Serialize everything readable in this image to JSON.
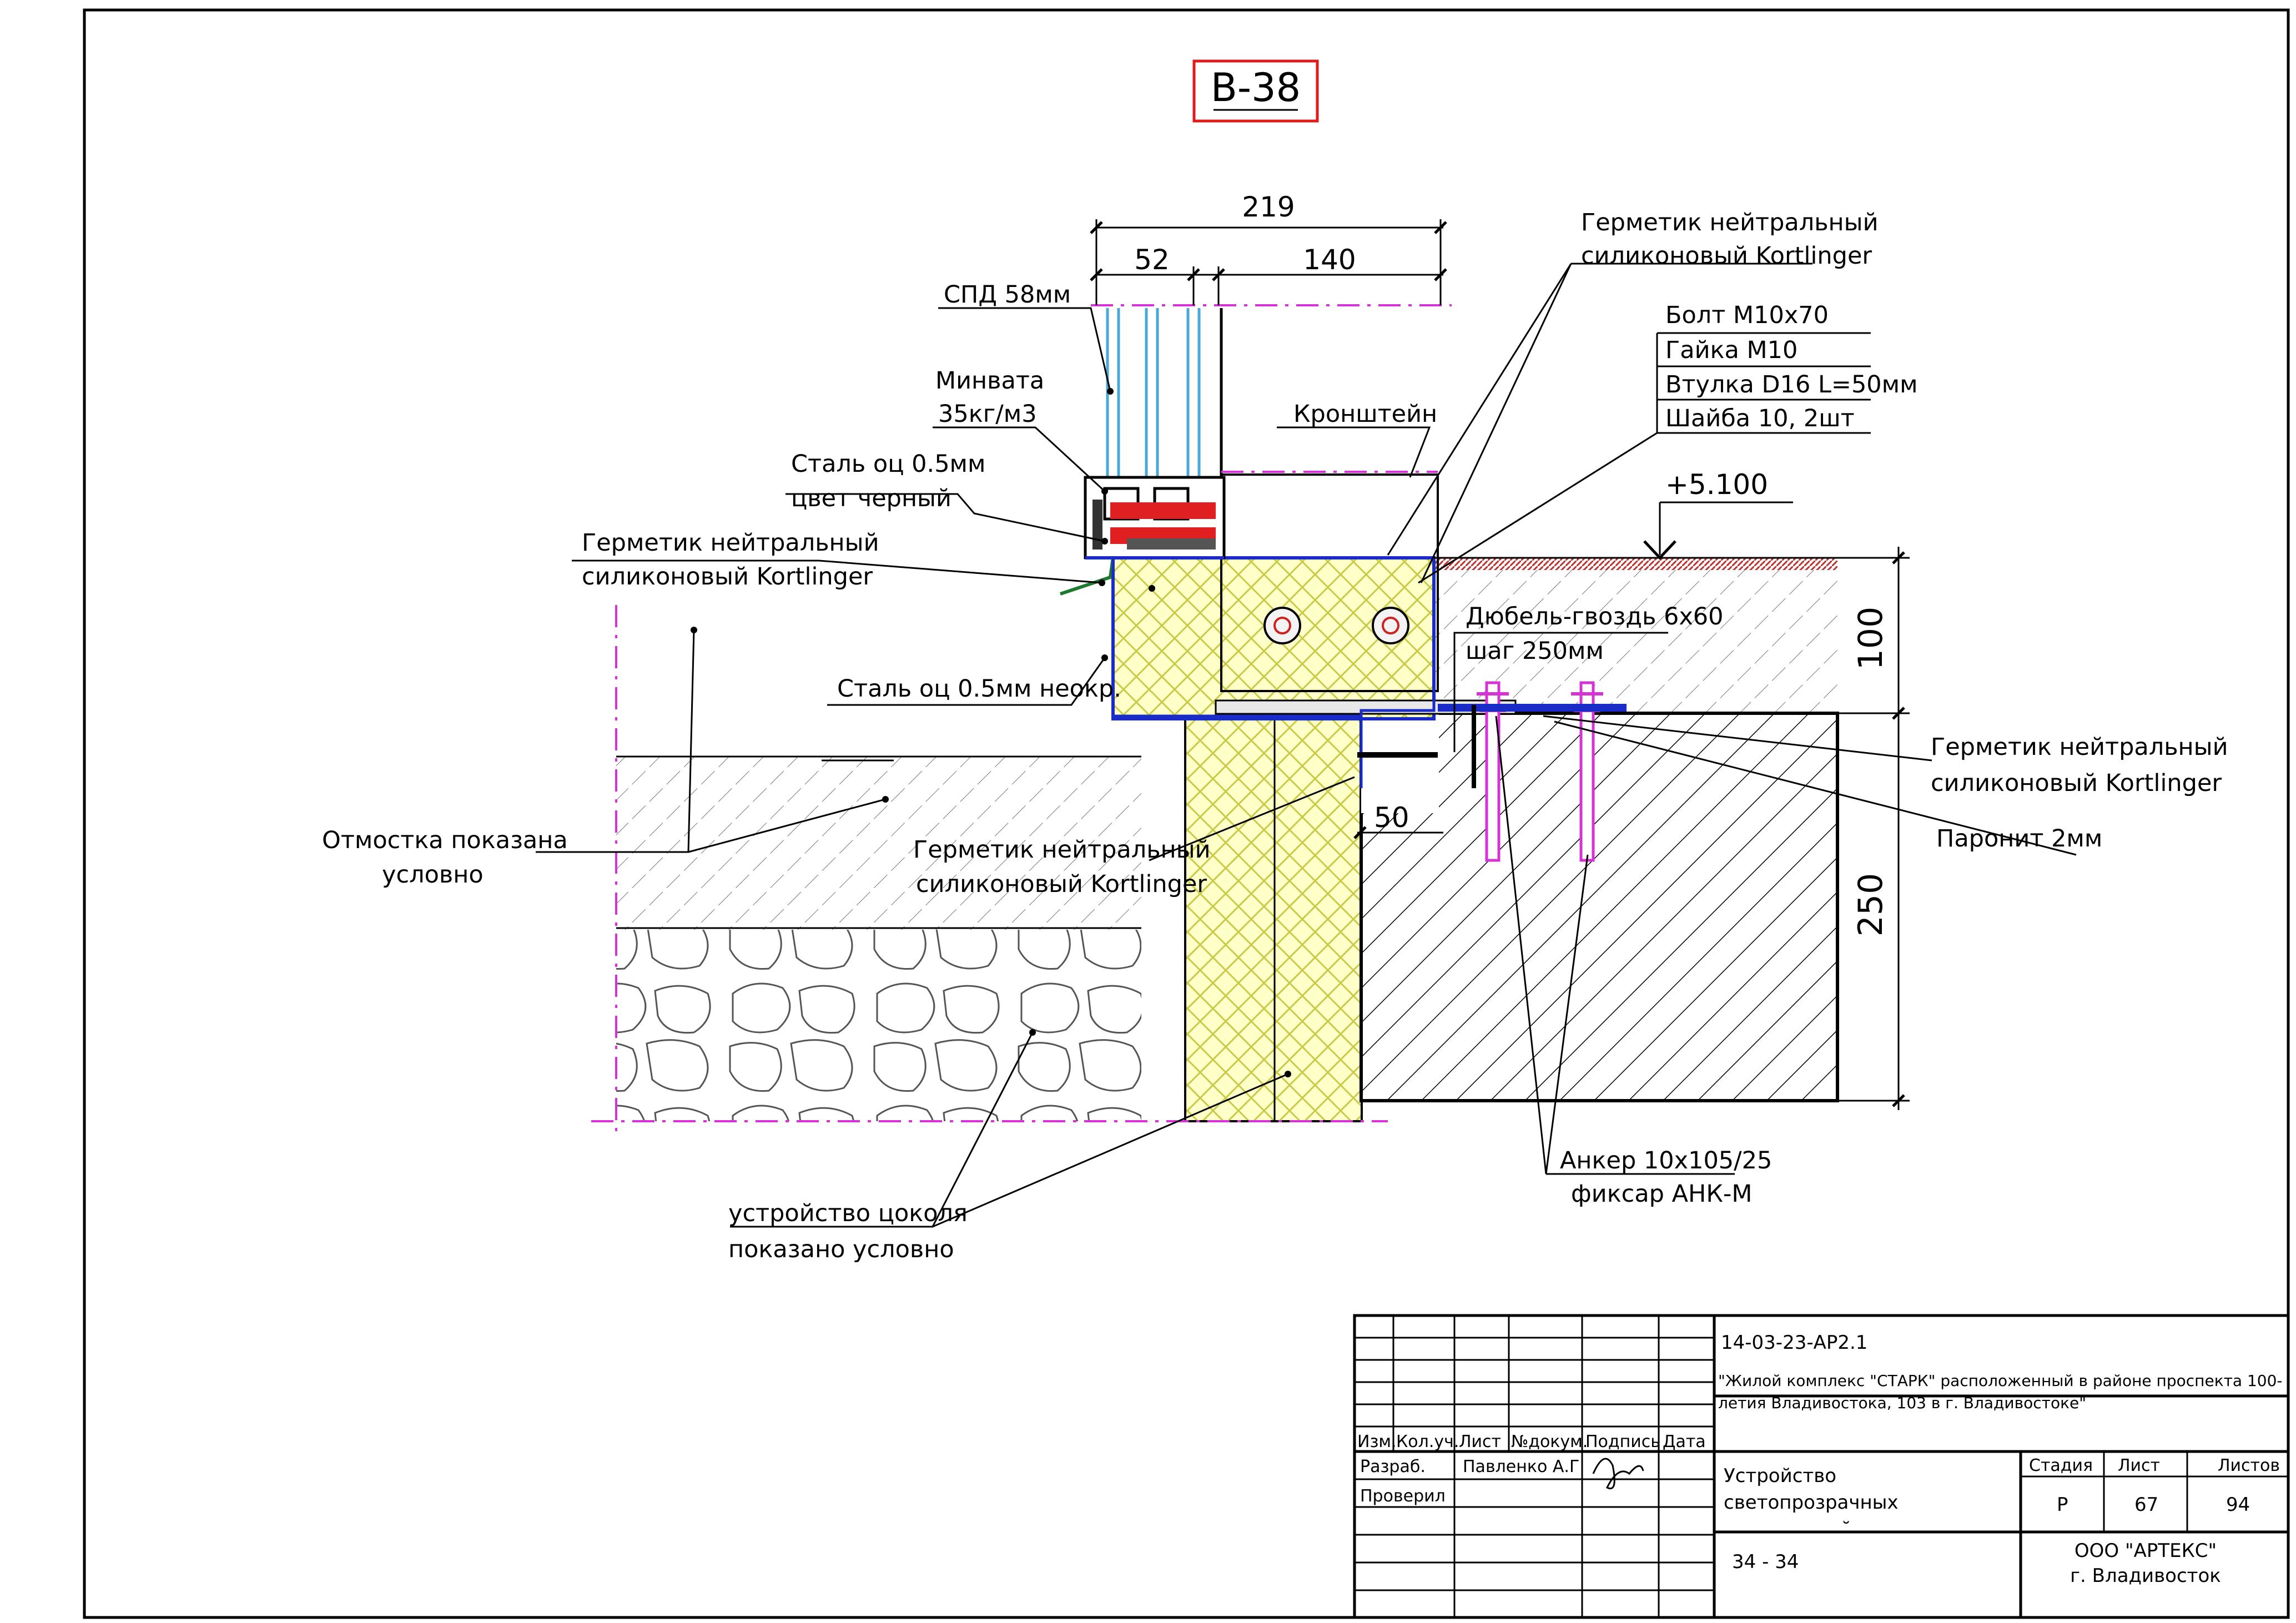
{
  "drawing": {
    "mark": "В-38",
    "dimensions": {
      "overall": "219",
      "left": "52",
      "right": "140",
      "slab": "100",
      "plinth": "250",
      "gap": "50",
      "elevation": "+5.100"
    },
    "callouts": {
      "spd": "СПД 58мм",
      "minvata_1": "Минвата",
      "minvata_2": "35кг/м3",
      "steel_black_1": "Сталь оц 0.5мм",
      "steel_black_2": "цвет черный",
      "sealant_left_1": "Герметик нейтральный",
      "sealant_left_2": "силиконовый Kortlinger",
      "steel_raw": "Сталь оц 0.5мм неокр.",
      "bracket": "Кронштейн",
      "sealant_top_1": "Герметик нейтральный",
      "sealant_top_2": "силиконовый Kortlinger",
      "bolt": "Болт М10х70",
      "nut": "Гайка М10",
      "sleeve": "Втулка D16 L=50мм",
      "washer": "Шайба 10, 2шт",
      "dowel_1": "Дюбель-гвоздь 6х60",
      "dowel_2": "шаг 250мм",
      "sealant_right_1": "Герметик нейтральный",
      "sealant_right_2": "силиконовый Kortlinger",
      "paronit": "Паронит 2мм",
      "sealant_mid_1": "Герметик нейтральный",
      "sealant_mid_2": "силиконовый Kortlinger",
      "otmostka_1": "Отмостка показана",
      "otmostka_2": "условно",
      "plinth_1": "устройство цоколя",
      "plinth_2": "показано условно",
      "anchor_1": "Анкер 10х105/25",
      "anchor_2": "фиксар АНК-М"
    }
  },
  "title_block": {
    "code": "14-03-23-АР2.1",
    "project": "\"Жилой комплекс \"СТАРК\" расположенный в районе проспекта 100-летия Владивостока, 103 в г. Владивостоке\"",
    "headers": [
      "Изм.",
      "Кол.уч.",
      "Лист",
      "№докум.",
      "Подпись",
      "Дата"
    ],
    "role_developer": "Разраб.",
    "developer_name": "Павленко А.Г",
    "role_checker": "Проверил",
    "sheet_title": "Устройство светопрозрачных конструкций",
    "stage_label": "Стадия",
    "sheet_label": "Лист",
    "sheets_label": "Листов",
    "stage": "Р",
    "sheet": "67",
    "sheets": "94",
    "section": "34 - 34",
    "company": "ООО \"АРТЕКС\"",
    "city": "г. Владивосток"
  }
}
